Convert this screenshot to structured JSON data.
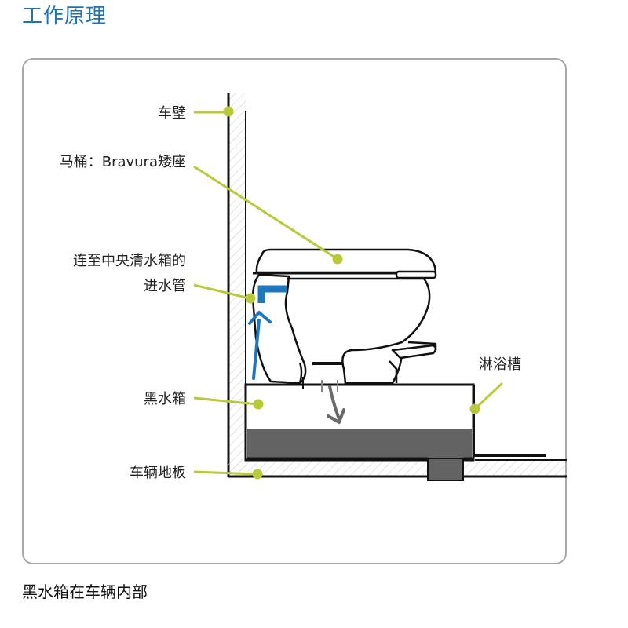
{
  "page": {
    "title": "工作原理",
    "caption": "黑水箱在车辆内部"
  },
  "diagram": {
    "labels": {
      "wall": "车壁",
      "toilet": "马桶：Bravura矮座",
      "inlet_line1": "连至中央清水箱的",
      "inlet_line2": "进水管",
      "black_tank": "黑水箱",
      "floor": "车辆地板",
      "shower_tray": "淋浴槽"
    },
    "colors": {
      "title": "#1a73b9",
      "leader_line": "#b9c93a",
      "inlet_pipe": "#1c78c0",
      "tank_fill": "#636363",
      "frame": "#a8a8a8",
      "outline": "#111111"
    }
  }
}
